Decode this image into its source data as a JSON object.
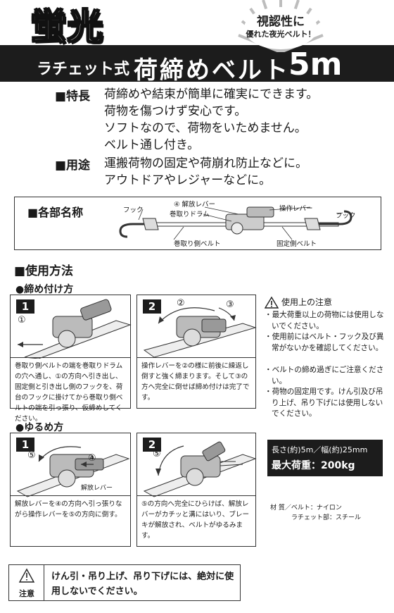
{
  "header": {
    "title_main": "蛍光",
    "title_sub": "ラチェット式",
    "product": "荷締めベルト",
    "length": "5m",
    "badge_line1": "視認性に",
    "badge_line2": "優れた夜光ベルト！"
  },
  "features": {
    "feature_label": "■特長",
    "feature_lines": [
      "荷締めや結束が簡単に確実にできます。",
      "荷物を傷つけず安心です。",
      "ソフトなので、荷物をいためません。",
      "ベルト通し付き。"
    ],
    "use_label": "■用途",
    "use_lines": [
      "運搬荷物の固定や荷崩れ防止などに。",
      "アウトドアやレジャーなどに。"
    ]
  },
  "parts": {
    "title": "■各部名称",
    "hook_left": "フック",
    "release_lever": "④ 解放レバー",
    "drum": "巻取りドラム",
    "operation_lever": "操作レバー",
    "hook_right": "フック",
    "winding_belt": "巻取り側ベルト",
    "fixed_belt": "固定側ベルト"
  },
  "usage": {
    "title": "■使用方法",
    "tighten_title": "●締め付け方",
    "loosen_title": "●ゆるめ方",
    "tighten_steps": [
      {
        "num": "1",
        "marker": "①",
        "caption": "巻取り側ベルトの端を巻取りドラムの穴へ通し、①の方向へ引き出し、固定側と引き出し側のフックを、荷台のフックに掛けてから巻取り側ベルトの端を引っ張り、仮締めしてください。"
      },
      {
        "num": "2",
        "marker_a": "②",
        "marker_b": "③",
        "caption": "操作レバーを②の様に前後に繰返し倒すと強く締まります。そして③の方へ完全に倒せば締め付けは完了です。"
      }
    ],
    "loosen_steps": [
      {
        "num": "1",
        "marker_a": "⑤",
        "marker_b": "④",
        "sub_label": "解放レバー",
        "caption": "解放レバーを④の方向へ引っ張りながら操作レバーを⑤の方向に倒す。"
      },
      {
        "num": "2",
        "marker": "⑤",
        "caption": "⑤の方向へ完全にひらけば、解放レバーがカチッと溝にはいり、ブレーキが解放され、ベルトがゆるみます。"
      }
    ]
  },
  "caution": {
    "title": "使用上の注意",
    "items": [
      "・最大荷重以上の荷物には使用しないでください。",
      "・使用前にはベルト・フック及び異常がないかを確認してください。",
      "・ベルトの締め過ぎにご注意ください。",
      "・荷物の固定用です。けん引及び吊り上げ、吊り下げには使用しないでください。"
    ]
  },
  "spec": {
    "line1": "長さ(約)5m／幅(約)25mm",
    "line2": "最大荷重：200kg"
  },
  "material": {
    "line1": "材 質／ベルト：ナイロン",
    "line2": "ラチェット部：スチール"
  },
  "warning": {
    "label": "注意",
    "text": "けん引・吊り上げ、吊り下げには、絶対に使用しないでください。"
  }
}
